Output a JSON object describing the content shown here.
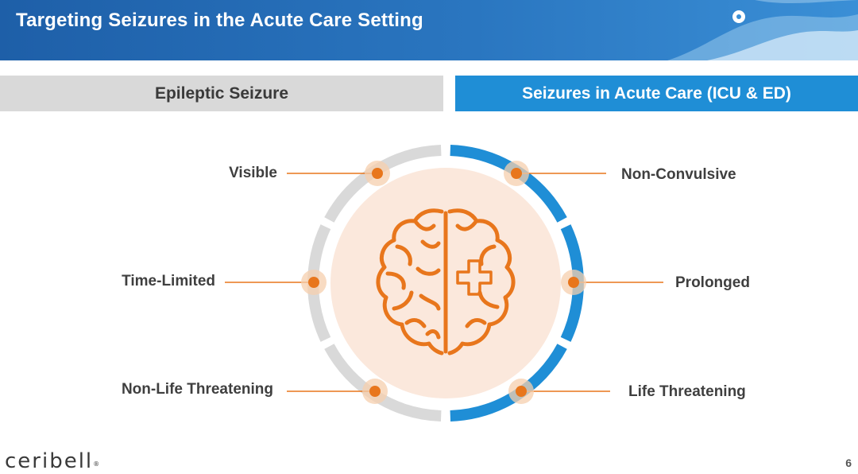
{
  "slide": {
    "title": "Targeting Seizures in the Acute Care Setting",
    "page_number": "6"
  },
  "columns": {
    "left": "Epileptic Seizure",
    "right": "Seizures in Acute Care (ICU & ED)"
  },
  "left_labels": [
    "Visible",
    "Time-Limited",
    "Non-Life Threatening"
  ],
  "right_labels": [
    "Non-Convulsive",
    "Prolonged",
    "Life Threatening"
  ],
  "icons": {
    "center": "brain-with-medical-cross-icon"
  },
  "colors": {
    "accent_orange": "#e8761c",
    "blue": "#1f8ed6",
    "gray": "#d9d9d9"
  },
  "logo": {
    "text": "ceribell",
    "mark": "®"
  }
}
